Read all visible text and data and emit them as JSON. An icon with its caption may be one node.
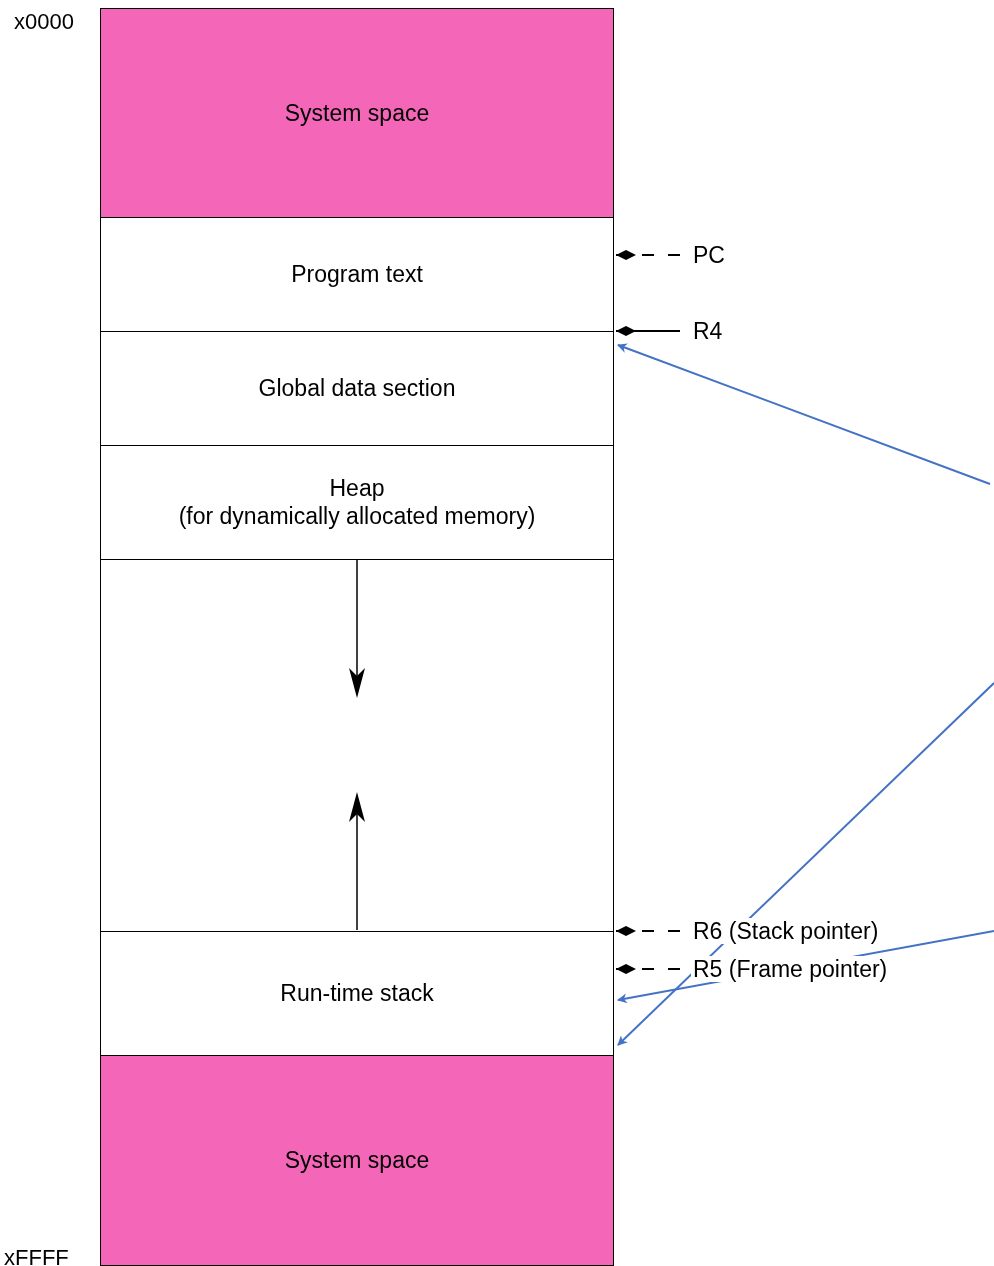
{
  "diagram": {
    "nodes": [
      {
        "text": [
          "System space"
        ]
      },
      {
        "text": [
          "Program text"
        ]
      },
      {
        "text": [
          "Global data section"
        ]
      },
      {
        "text": [
          "Heap",
          "(for dynamically allocated memory)"
        ]
      },
      {
        "text": [],
        "shape": "box"
      },
      {
        "text": [
          "Run-time stack"
        ]
      },
      {
        "text": [
          "System space"
        ]
      },
      {
        "text": [
          "PC"
        ]
      },
      {
        "text": [
          "R4"
        ]
      },
      {
        "text": [
          "R6 (Stack pointer)"
        ]
      },
      {
        "text": [
          "R5 (Frame pointer)"
        ]
      }
    ],
    "edges": [
      {
        "from": 7,
        "to": 1,
        "arrow": "other",
        "style": "dashed"
      },
      {
        "from": 8,
        "to": 2,
        "arrow": "other"
      },
      {
        "from": 9,
        "to": 5,
        "arrow": "other",
        "style": "dashed"
      },
      {
        "from": 10,
        "to": 5,
        "arrow": "other",
        "style": "dashed"
      },
      {
        "from": null,
        "to": 2,
        "arrow": "to",
        "color": "#4472c4"
      },
      {
        "from": null,
        "to": 5,
        "arrow": "to",
        "color": "#4472c4"
      },
      {
        "from": null,
        "to": 5,
        "arrow": "to",
        "color": "#4472c4"
      }
    ],
    "labels": [
      "x0000",
      "xFFFF"
    ]
  }
}
